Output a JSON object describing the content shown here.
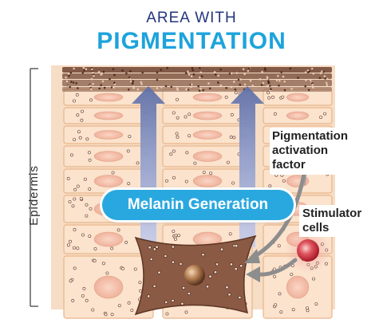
{
  "title": {
    "line1": "AREA WITH",
    "line2": "PIGMENTATION"
  },
  "axis_label": "Epidermis",
  "process_label": "Melanin Generation",
  "callouts": {
    "activation_factor": [
      "Pigmentation",
      "activation",
      "factor"
    ],
    "stimulator": [
      "Stimulator",
      "cells"
    ]
  },
  "colors": {
    "title_dark": "#24357a",
    "title_accent": "#1ea3dc",
    "pill": "#29a8e0",
    "cell_fill": "#fbe3cd",
    "cell_border": "#eab58a",
    "nucleus": "#f2b9a4",
    "pigment_layer": "#6e4230",
    "melanocyte": "#7a4a36",
    "stimulator_cell": "#d3303c",
    "arrow": "#6e7fb0"
  }
}
